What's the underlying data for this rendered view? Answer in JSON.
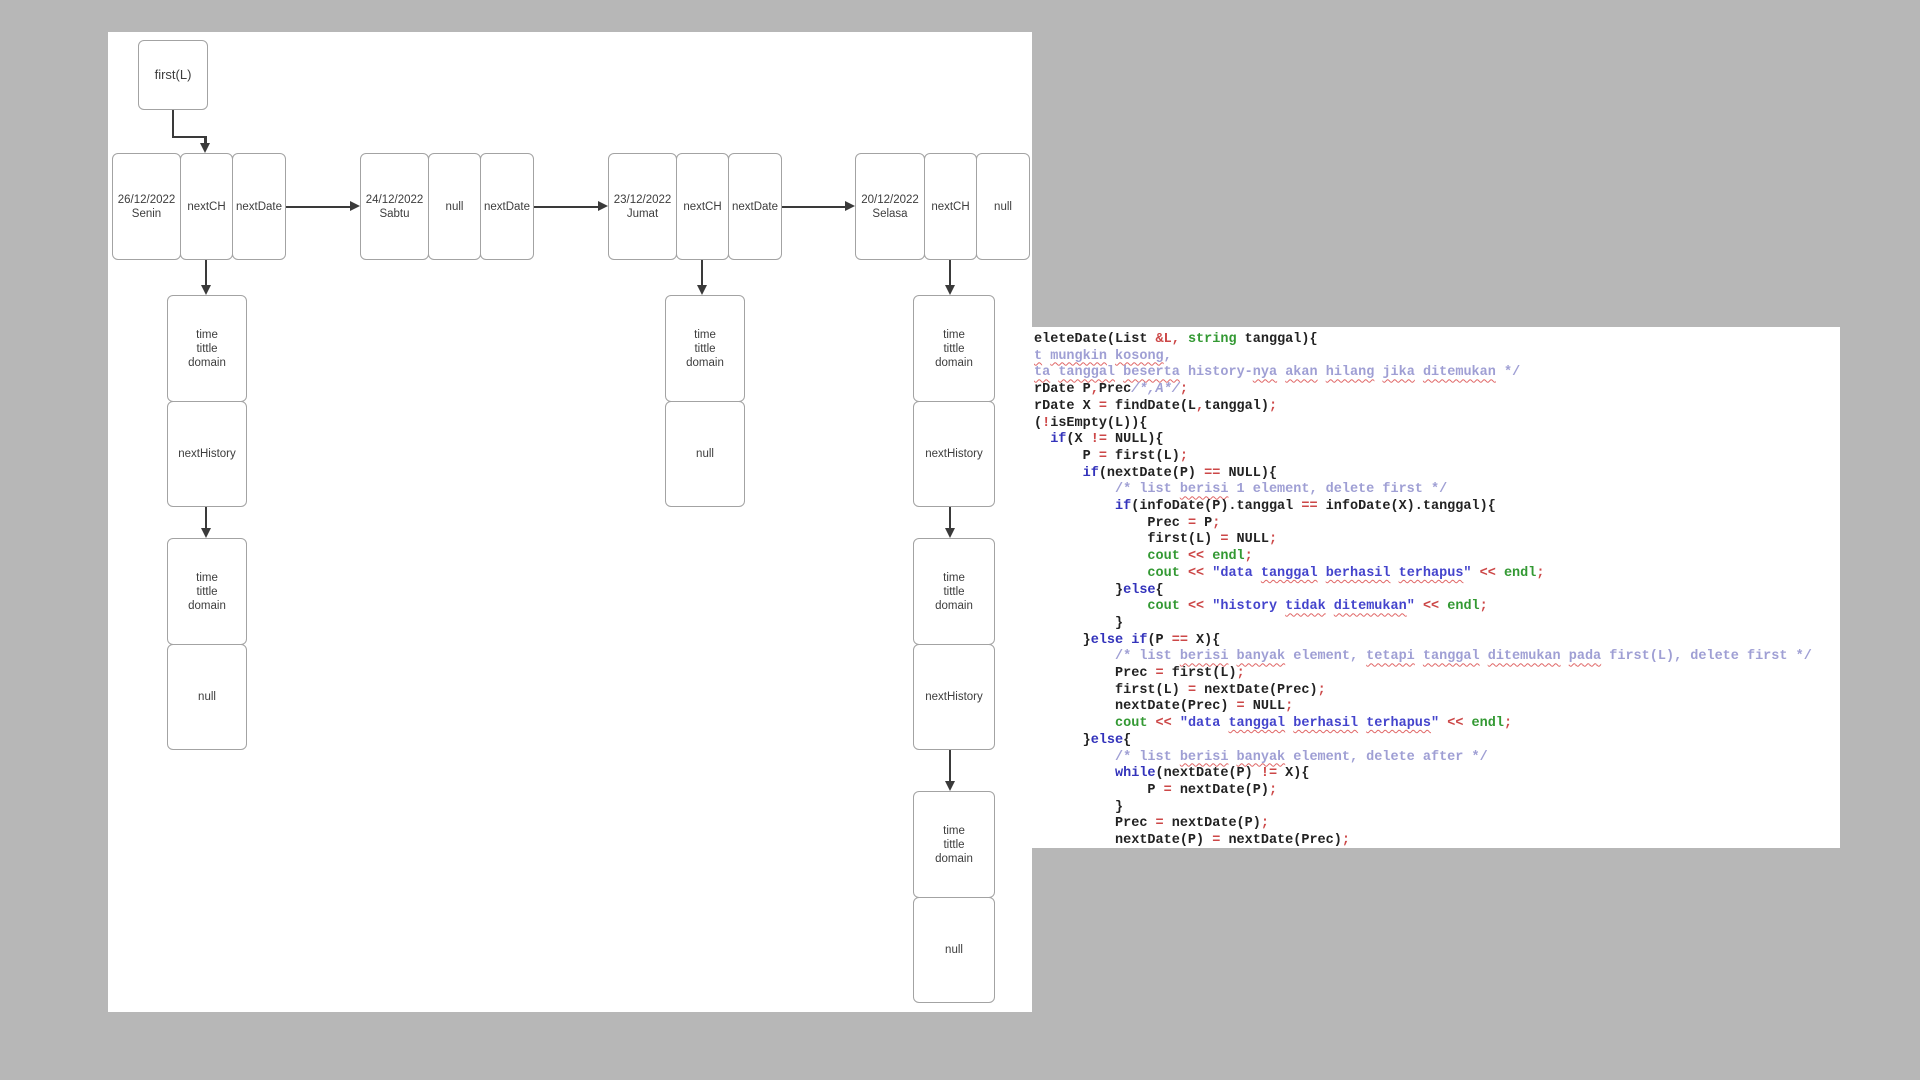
{
  "palette": {
    "background": "#b7b7b7",
    "border": "#a3a3a3",
    "arrow": "#3a3a3a",
    "keyword": "#3333bb",
    "type_green": "#339933",
    "operator": "#cc4747",
    "string": "#4444cc",
    "comment": "#9f9fd4",
    "squiggle": "#e06666"
  },
  "diagram": {
    "first_box": "first(L)",
    "history_label": "time\ntittle\ndomain",
    "nodes": [
      {
        "info": "26/12/2022\nSenin",
        "mid": "nextCH",
        "right": "nextDate"
      },
      {
        "info": "24/12/2022\nSabtu",
        "mid": "null",
        "right": "nextDate"
      },
      {
        "info": "23/12/2022\nJumat",
        "mid": "nextCH",
        "right": "nextDate"
      },
      {
        "info": "20/12/2022\nSelasa",
        "mid": "nextCH",
        "right": "null"
      }
    ],
    "chains": [
      {
        "boxes": [
          "nextHistory",
          "null"
        ]
      },
      {
        "boxes": [
          "null"
        ]
      },
      {
        "boxes": [
          "nextHistory",
          "nextHistory",
          "null"
        ]
      }
    ]
  },
  "code": {
    "lines": [
      [
        [
          "eleteDate(List ",
          "p"
        ],
        [
          "&L,",
          "o"
        ],
        [
          " ",
          "p"
        ],
        [
          "string",
          "g"
        ],
        [
          " tanggal){",
          "p"
        ]
      ],
      [
        [
          "t",
          "cs"
        ],
        [
          " ",
          "c"
        ],
        [
          "mungkin",
          "cs"
        ],
        [
          " ",
          "c"
        ],
        [
          "kosong",
          "cs"
        ],
        [
          ",",
          "c"
        ]
      ],
      [
        [
          "ta",
          "cs"
        ],
        [
          " ",
          "c"
        ],
        [
          "tanggal",
          "cs"
        ],
        [
          " ",
          "c"
        ],
        [
          "beserta",
          "cs"
        ],
        [
          " history-",
          "c"
        ],
        [
          "nya",
          "cs"
        ],
        [
          " ",
          "c"
        ],
        [
          "akan",
          "cs"
        ],
        [
          " ",
          "c"
        ],
        [
          "hilang",
          "cs"
        ],
        [
          " ",
          "c"
        ],
        [
          "jika",
          "cs"
        ],
        [
          " ",
          "c"
        ],
        [
          "ditemukan",
          "cs"
        ],
        [
          " */",
          "c"
        ]
      ],
      [
        [
          "rDate P",
          "p"
        ],
        [
          ",",
          "o"
        ],
        [
          "Prec",
          "p"
        ],
        [
          "/*,A*/",
          "ci"
        ],
        [
          ";",
          "o"
        ]
      ],
      [
        [
          "rDate X ",
          "p"
        ],
        [
          "=",
          "o"
        ],
        [
          " findDate(L",
          "p"
        ],
        [
          ",",
          "o"
        ],
        [
          "tanggal)",
          "p"
        ],
        [
          ";",
          "o"
        ]
      ],
      [
        [
          "(",
          "p"
        ],
        [
          "!",
          "o"
        ],
        [
          "isEmpty(L)){",
          "p"
        ]
      ],
      [
        [
          "  ",
          "p"
        ],
        [
          "if",
          "k"
        ],
        [
          "(X ",
          "p"
        ],
        [
          "!=",
          "o"
        ],
        [
          " NULL){",
          "p"
        ]
      ],
      [
        [
          "      P ",
          "p"
        ],
        [
          "=",
          "o"
        ],
        [
          " first(L)",
          "p"
        ],
        [
          ";",
          "o"
        ]
      ],
      [
        [
          "      ",
          "p"
        ],
        [
          "if",
          "k"
        ],
        [
          "(nextDate(P) ",
          "p"
        ],
        [
          "==",
          "o"
        ],
        [
          " NULL){",
          "p"
        ]
      ],
      [
        [
          "          ",
          "p"
        ],
        [
          "/* list ",
          "c"
        ],
        [
          "berisi",
          "cs"
        ],
        [
          " 1 element, delete first */",
          "c"
        ]
      ],
      [
        [
          "          ",
          "p"
        ],
        [
          "if",
          "k"
        ],
        [
          "(infoDate(P).tanggal ",
          "p"
        ],
        [
          "==",
          "o"
        ],
        [
          " infoDate(X).tanggal){",
          "p"
        ]
      ],
      [
        [
          "              Prec ",
          "p"
        ],
        [
          "=",
          "o"
        ],
        [
          " P",
          "p"
        ],
        [
          ";",
          "o"
        ]
      ],
      [
        [
          "              first(L) ",
          "p"
        ],
        [
          "=",
          "o"
        ],
        [
          " NULL",
          "p"
        ],
        [
          ";",
          "o"
        ]
      ],
      [
        [
          "              ",
          "p"
        ],
        [
          "cout",
          "g"
        ],
        [
          " ",
          "p"
        ],
        [
          "<<",
          "o"
        ],
        [
          " ",
          "p"
        ],
        [
          "endl",
          "g"
        ],
        [
          ";",
          "o"
        ]
      ],
      [
        [
          "              ",
          "p"
        ],
        [
          "cout",
          "g"
        ],
        [
          " ",
          "p"
        ],
        [
          "<<",
          "o"
        ],
        [
          " ",
          "p"
        ],
        [
          "\"data ",
          "s"
        ],
        [
          "tanggal",
          "ss"
        ],
        [
          " ",
          "s"
        ],
        [
          "berhasil",
          "ss"
        ],
        [
          " ",
          "s"
        ],
        [
          "terhapus",
          "ss"
        ],
        [
          "\"",
          "s"
        ],
        [
          " ",
          "p"
        ],
        [
          "<<",
          "o"
        ],
        [
          " ",
          "p"
        ],
        [
          "endl",
          "g"
        ],
        [
          ";",
          "o"
        ]
      ],
      [
        [
          "          }",
          "p"
        ],
        [
          "else",
          "k"
        ],
        [
          "{",
          "p"
        ]
      ],
      [
        [
          "              ",
          "p"
        ],
        [
          "cout",
          "g"
        ],
        [
          " ",
          "p"
        ],
        [
          "<<",
          "o"
        ],
        [
          " ",
          "p"
        ],
        [
          "\"history ",
          "s"
        ],
        [
          "tidak",
          "ss"
        ],
        [
          " ",
          "s"
        ],
        [
          "ditemukan",
          "ss"
        ],
        [
          "\"",
          "s"
        ],
        [
          " ",
          "p"
        ],
        [
          "<<",
          "o"
        ],
        [
          " ",
          "p"
        ],
        [
          "endl",
          "g"
        ],
        [
          ";",
          "o"
        ]
      ],
      [
        [
          "          }",
          "p"
        ]
      ],
      [
        [
          "      }",
          "p"
        ],
        [
          "else",
          "k"
        ],
        [
          " ",
          "p"
        ],
        [
          "if",
          "k"
        ],
        [
          "(P ",
          "p"
        ],
        [
          "==",
          "o"
        ],
        [
          " X){",
          "p"
        ]
      ],
      [
        [
          "          ",
          "p"
        ],
        [
          "/* list ",
          "c"
        ],
        [
          "berisi",
          "cs"
        ],
        [
          " ",
          "c"
        ],
        [
          "banyak",
          "cs"
        ],
        [
          " element, ",
          "c"
        ],
        [
          "tetapi",
          "cs"
        ],
        [
          " ",
          "c"
        ],
        [
          "tanggal",
          "cs"
        ],
        [
          " ",
          "c"
        ],
        [
          "ditemukan",
          "cs"
        ],
        [
          " ",
          "c"
        ],
        [
          "pada",
          "cs"
        ],
        [
          " first(L), delete first */",
          "c"
        ]
      ],
      [
        [
          "          Prec ",
          "p"
        ],
        [
          "=",
          "o"
        ],
        [
          " first(L)",
          "p"
        ],
        [
          ";",
          "o"
        ]
      ],
      [
        [
          "          first(L) ",
          "p"
        ],
        [
          "=",
          "o"
        ],
        [
          " nextDate(Prec)",
          "p"
        ],
        [
          ";",
          "o"
        ]
      ],
      [
        [
          "          nextDate(Prec) ",
          "p"
        ],
        [
          "=",
          "o"
        ],
        [
          " NULL",
          "p"
        ],
        [
          ";",
          "o"
        ]
      ],
      [
        [
          "          ",
          "p"
        ],
        [
          "cout",
          "g"
        ],
        [
          " ",
          "p"
        ],
        [
          "<<",
          "o"
        ],
        [
          " ",
          "p"
        ],
        [
          "\"data ",
          "s"
        ],
        [
          "tanggal",
          "ss"
        ],
        [
          " ",
          "s"
        ],
        [
          "berhasil",
          "ss"
        ],
        [
          " ",
          "s"
        ],
        [
          "terhapus",
          "ss"
        ],
        [
          "\"",
          "s"
        ],
        [
          " ",
          "p"
        ],
        [
          "<<",
          "o"
        ],
        [
          " ",
          "p"
        ],
        [
          "endl",
          "g"
        ],
        [
          ";",
          "o"
        ]
      ],
      [
        [
          "      }",
          "p"
        ],
        [
          "else",
          "k"
        ],
        [
          "{",
          "p"
        ]
      ],
      [
        [
          "          ",
          "p"
        ],
        [
          "/* list ",
          "c"
        ],
        [
          "berisi",
          "cs"
        ],
        [
          " ",
          "c"
        ],
        [
          "banyak",
          "cs"
        ],
        [
          " element, delete after */",
          "c"
        ]
      ],
      [
        [
          "          ",
          "p"
        ],
        [
          "while",
          "k"
        ],
        [
          "(nextDate(P) ",
          "p"
        ],
        [
          "!=",
          "o"
        ],
        [
          " X){",
          "p"
        ]
      ],
      [
        [
          "              P ",
          "p"
        ],
        [
          "=",
          "o"
        ],
        [
          " nextDate(P)",
          "p"
        ],
        [
          ";",
          "o"
        ]
      ],
      [
        [
          "          }",
          "p"
        ]
      ],
      [
        [
          "          Prec ",
          "p"
        ],
        [
          "=",
          "o"
        ],
        [
          " nextDate(P)",
          "p"
        ],
        [
          ";",
          "o"
        ]
      ],
      [
        [
          "          nextDate(P) ",
          "p"
        ],
        [
          "=",
          "o"
        ],
        [
          " nextDate(Prec)",
          "p"
        ],
        [
          ";",
          "o"
        ]
      ]
    ]
  }
}
